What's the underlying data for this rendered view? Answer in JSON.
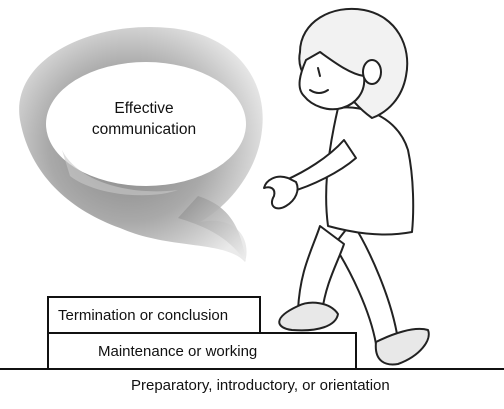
{
  "bubble": {
    "line1": "Effective",
    "line2": "communication"
  },
  "steps": {
    "top": "Termination or conclusion",
    "middle": "Maintenance or working",
    "bottom": "Preparatory, introductory, or orientation"
  }
}
